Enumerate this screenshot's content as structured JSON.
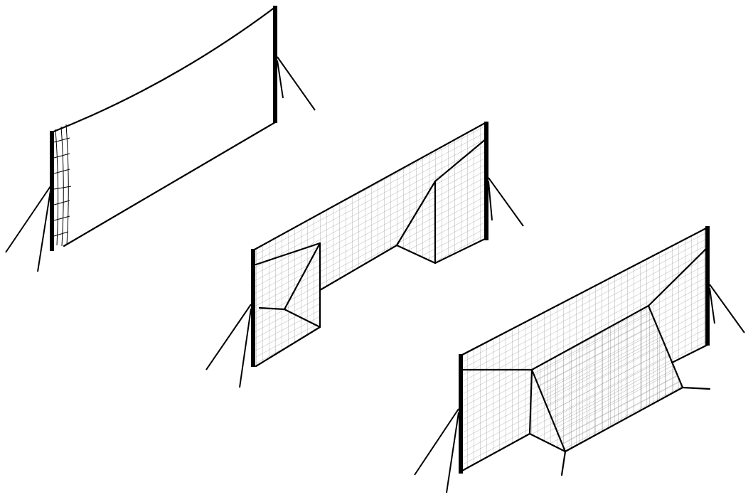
{
  "illustration": {
    "items": [
      {
        "kind": "net-folded"
      },
      {
        "kind": "net-goal-small"
      },
      {
        "kind": "net-goal-large"
      }
    ],
    "colors": {
      "line": "#000000",
      "mesh": "#9a9a9a",
      "background": "#ffffff"
    }
  }
}
